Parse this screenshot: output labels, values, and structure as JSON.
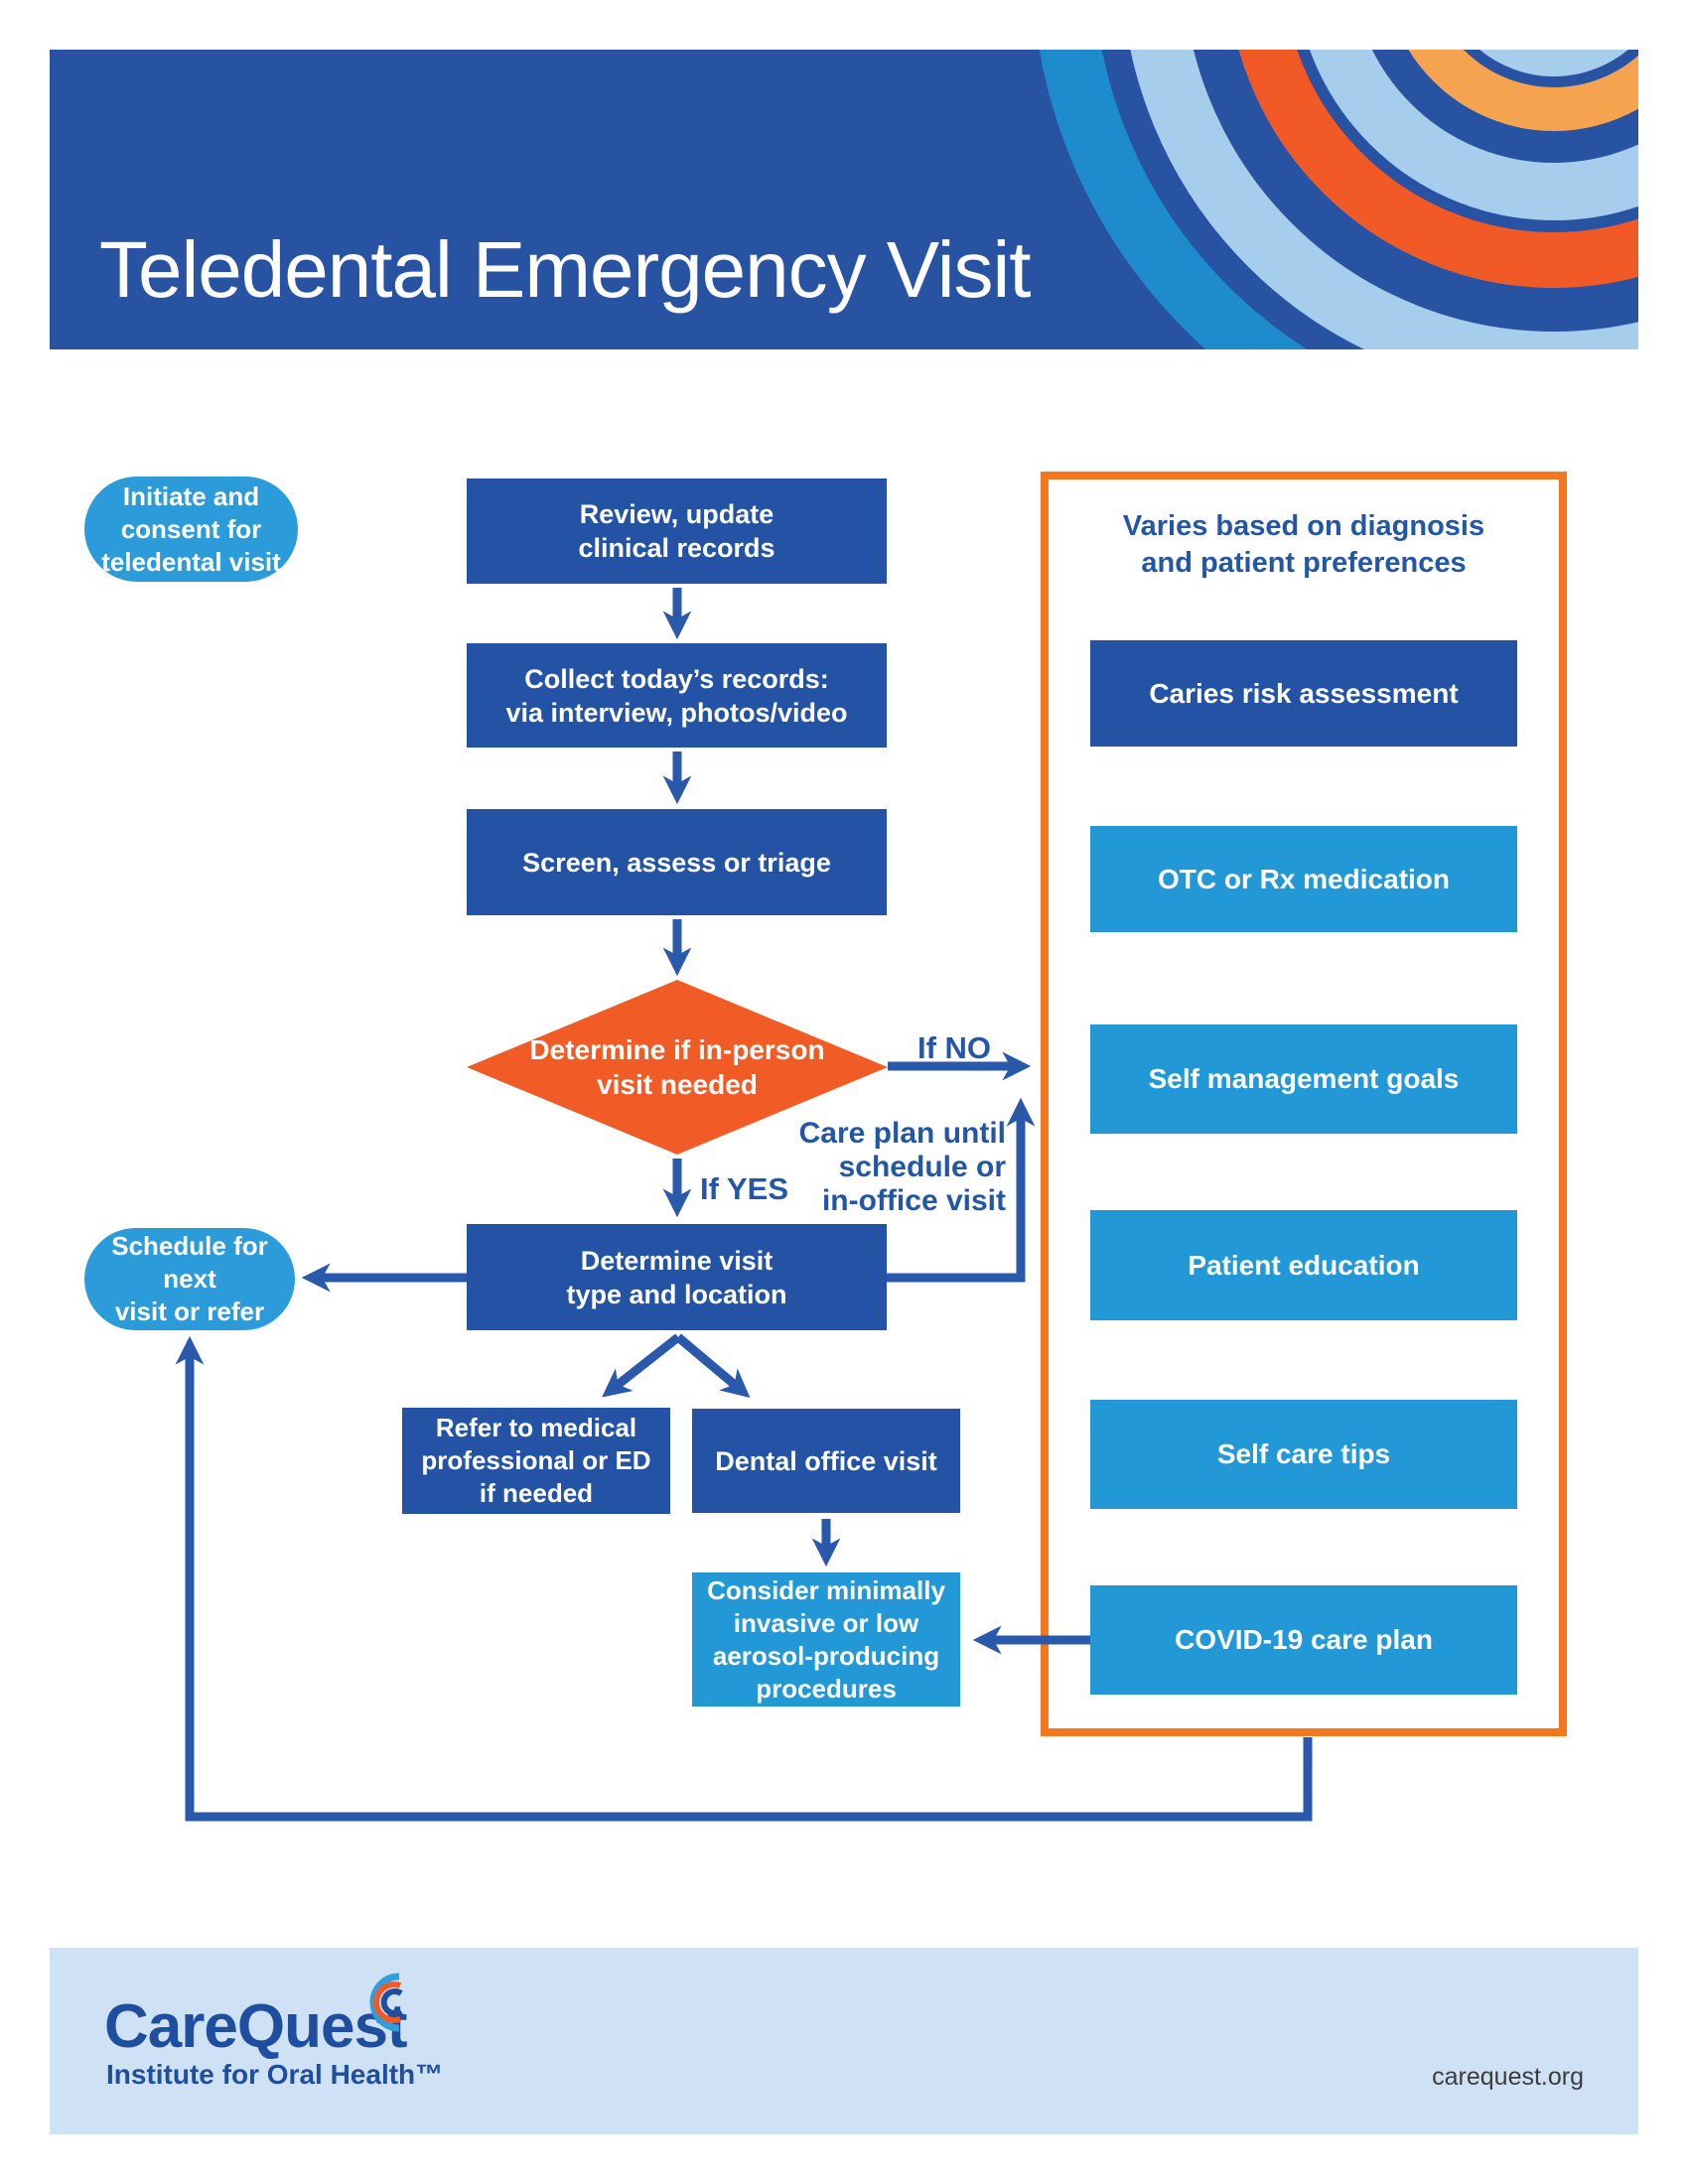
{
  "header": {
    "title": "Teledental Emergency Visit"
  },
  "flow": {
    "start_pill": "Initiate and\nconsent for\nteledental visit",
    "review_box": "Review, update\nclinical records",
    "collect_box": "Collect today’s records:\nvia interview, photos/video",
    "screen_box": "Screen, assess or triage",
    "decision_diamond": "Determine if in-person\nvisit needed",
    "if_no_label": "If NO",
    "if_yes_label": "If YES",
    "care_plan_label": "Care plan until\nschedule or\nin-office visit",
    "visit_type_box": "Determine visit\ntype and location",
    "schedule_pill": "Schedule for next\nvisit or refer",
    "refer_box": "Refer to medical\nprofessional or ED\nif needed",
    "dental_box": "Dental office visit",
    "minimally_invasive_box": "Consider minimally\ninvasive or low\naerosol-producing\nprocedures"
  },
  "panel": {
    "heading": "Varies based on diagnosis\nand patient preferences",
    "items": [
      "Caries risk assessment",
      "OTC or Rx medication",
      "Self management goals",
      "Patient education",
      "Self care tips",
      "COVID-19 care plan"
    ]
  },
  "footer": {
    "brand": "CareQuest",
    "brand_sub": "Institute for Oral Health™",
    "website": "carequest.org",
    "logo_icon": "nested-c-arcs-icon"
  },
  "icons": {
    "corner_decoration": "concentric-arcs-icon",
    "arrows": "flow-arrow-connectors"
  },
  "colors": {
    "banner_blue": "#2852A2",
    "dark_box_blue": "#2453A5",
    "light_box_blue": "#2398D6",
    "pill_blue": "#2B9CD9",
    "diamond_orange": "#F15B25",
    "panel_border_orange": "#F4761F",
    "arrow_blue": "#2A58AB",
    "label_blue": "#2456A8",
    "footer_bg": "#CEE1F5",
    "brand_blue": "#1F4E9E",
    "arc_medium_blue": "#1E8BCC",
    "arc_light_blue": "#A6CDEB",
    "arc_orange": "#F15A26",
    "arc_light_orange": "#F6A350"
  }
}
